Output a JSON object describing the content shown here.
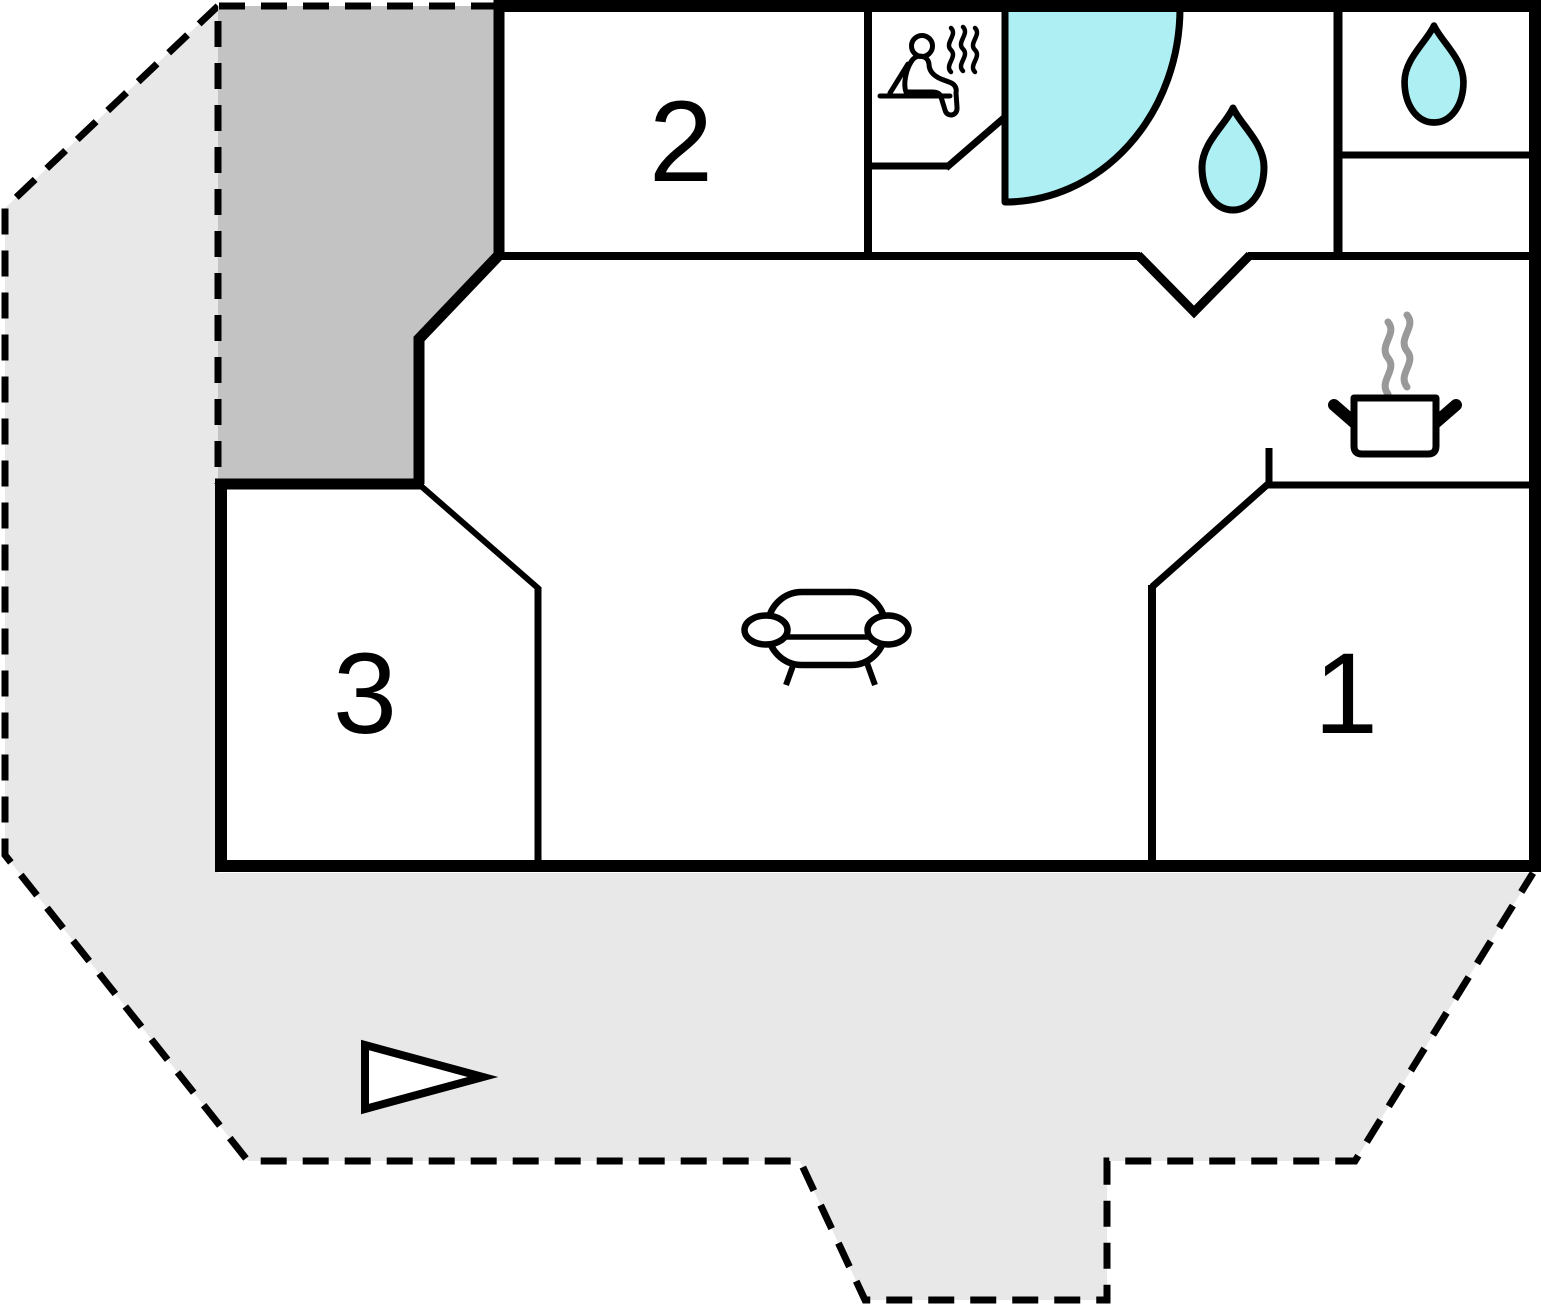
{
  "floor_plan": {
    "rooms": [
      {
        "label": "1"
      },
      {
        "label": "2"
      },
      {
        "label": "3"
      }
    ],
    "icons": [
      {
        "name": "sauna-person-icon",
        "meaning": "sauna"
      },
      {
        "name": "shower-door-icon",
        "meaning": "shower"
      },
      {
        "name": "water-drop-icon",
        "meaning": "water / bath"
      },
      {
        "name": "water-drop-icon",
        "meaning": "water / toilet"
      },
      {
        "name": "cooking-pot-icon",
        "meaning": "kitchen"
      },
      {
        "name": "steam-icon",
        "meaning": "hot food"
      },
      {
        "name": "sofa-icon",
        "meaning": "living room"
      },
      {
        "name": "direction-arrow-icon",
        "meaning": "entrance direction"
      }
    ],
    "colors": {
      "water": "#ADEFF2",
      "terrace": "#E8E8E8",
      "carport": "#C3C3C3",
      "wall": "#000000",
      "steam": "#999999",
      "background": "#FFFFFF"
    }
  }
}
